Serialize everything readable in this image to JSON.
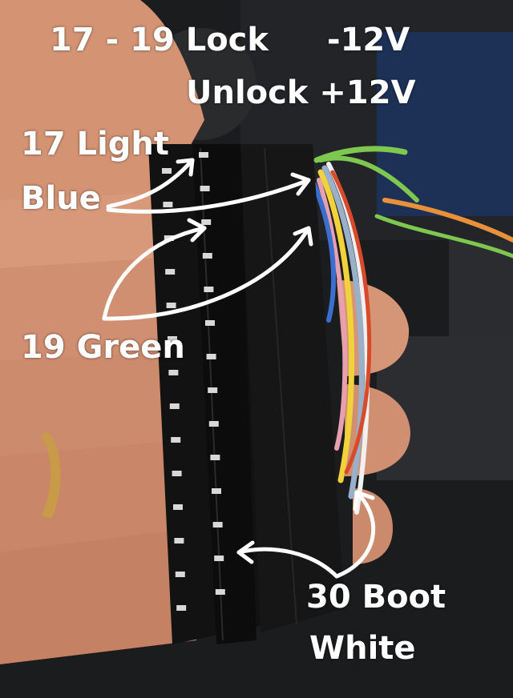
{
  "photo": {
    "subject": "connector-plug-in-hand",
    "wire_colors": [
      "#7ec850",
      "#f2d23a",
      "#9ab0c8",
      "#f0f0f0",
      "#d84a2a",
      "#e8a0b0",
      "#3a6fd0",
      "#e8903a"
    ],
    "connector_color": "#121212",
    "skin_color": "#d89a78",
    "ring_color": "#c99a48"
  },
  "labels": {
    "lock_pins": "17 - 19 Lock",
    "lock_voltage": "-12V",
    "unlock": "Unlock +12V",
    "pin17_line1": "17 Light",
    "pin17_line2": "Blue",
    "pin19": "19 Green",
    "pin30_line1": "30 Boot",
    "pin30_line2": "White"
  }
}
